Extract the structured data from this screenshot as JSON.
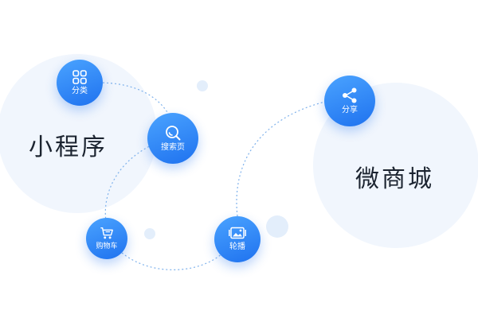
{
  "labels": {
    "mini_program": "小程序",
    "micro_mall": "微商城"
  },
  "nodes": {
    "category": "分类",
    "search": "搜索页",
    "share": "分享",
    "cart": "购物车",
    "carousel": "轮播"
  },
  "icons": {
    "category": "grid-icon",
    "search": "search-icon",
    "share": "share-icon",
    "cart": "shopping-cart-icon",
    "carousel": "image-carousel-icon"
  },
  "colors": {
    "node_gradient_top": "#4aa3ff",
    "node_gradient_bottom": "#1f72ef",
    "bubble_fill": "#f1f6fd",
    "dot_fill": "#e3eefb",
    "dashed_line": "#7fb2ec",
    "label_text": "#1c2430"
  }
}
